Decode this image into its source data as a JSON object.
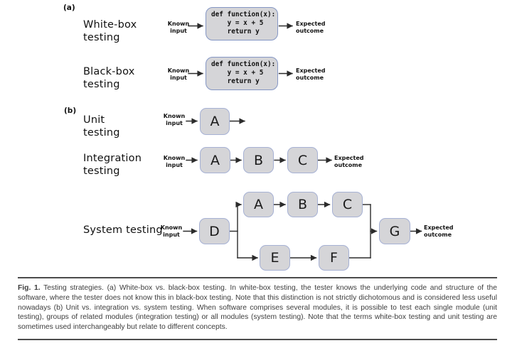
{
  "colors": {
    "box_fill": "#d5d5d8",
    "code_box_border": "#8496c4",
    "module_box_border": "#a6b1d4",
    "arrow": "#2b2b2b",
    "text": "#111111",
    "caption_text": "#3c3c3c",
    "rule": "#4c4c4c"
  },
  "common": {
    "known_input": "Known\ninput",
    "expected_outcome": "Expected\noutcome"
  },
  "panel_a": {
    "tag": "(a)",
    "white_box": {
      "title": "White-box\ntesting",
      "code": "def function(x):\n    y = x + 5\n    return y"
    },
    "black_box": {
      "title": "Black-box\ntesting",
      "code": "def function(x):\n    y = x + 5\n    return y"
    }
  },
  "panel_b": {
    "tag": "(b)",
    "unit": {
      "title": "Unit\ntesting",
      "modules": [
        "A"
      ]
    },
    "integration": {
      "title": "Integration\ntesting",
      "modules": [
        "A",
        "B",
        "C"
      ]
    },
    "system": {
      "title": "System testing",
      "entry_module": "D",
      "top_path": [
        "A",
        "B",
        "C"
      ],
      "bottom_path": [
        "E",
        "F"
      ],
      "exit_module": "G"
    }
  },
  "caption": {
    "label": "Fig. 1.",
    "text": "Testing strategies. (a) White-box vs. black-box testing. In white-box testing, the tester knows the underlying code and structure of the software, where the tester does not know this in black-box testing. Note that this distinction is not strictly dichotomous and is considered less useful nowadays (b) Unit vs. integration vs. system testing. When software comprises several modules, it is possible to test each single module (unit testing), groups of related modules (integration testing) or all modules (system testing). Note that the terms white-box testing and unit testing are sometimes used interchangeably but relate to different concepts."
  }
}
